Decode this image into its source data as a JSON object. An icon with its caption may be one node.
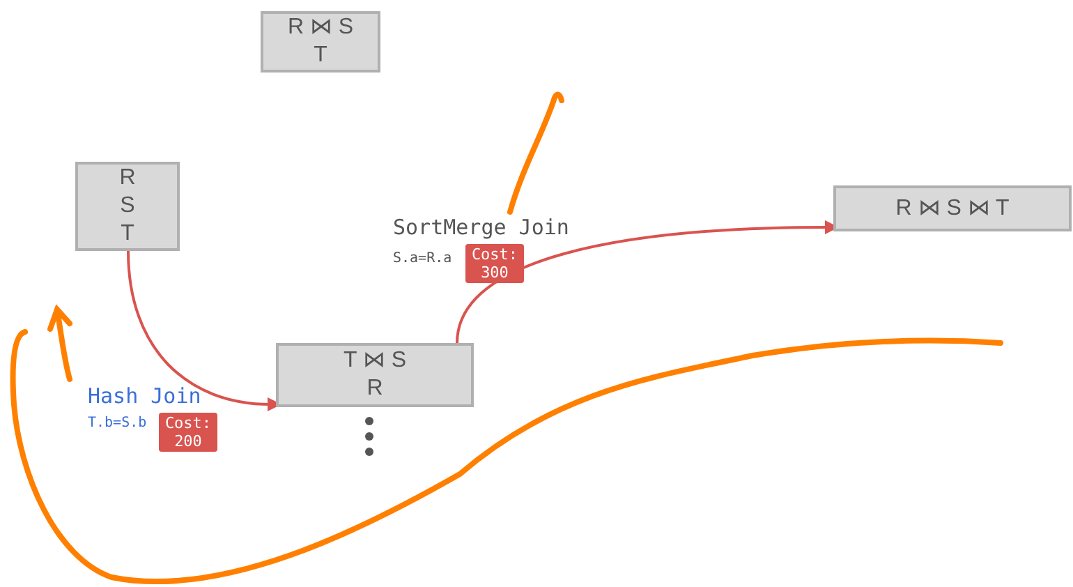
{
  "diagram": {
    "nodes": [
      {
        "text": [
          "R ⋈ S",
          "T"
        ]
      },
      {
        "text": [
          "R",
          "S",
          "T"
        ]
      },
      {
        "text": [
          "T ⋈ S",
          "R"
        ]
      },
      {
        "text": [
          "R ⋈ S ⋈ T"
        ]
      }
    ],
    "edges": [
      {
        "from": 1,
        "to": 2,
        "arrow": "to"
      },
      {
        "from": 2,
        "to": 3,
        "arrow": "to"
      }
    ],
    "labels": [
      "SortMerge Join",
      "S.a=R.a",
      "Cost: 300",
      "Hash Join",
      "T.b=S.b",
      "Cost: 200"
    ]
  }
}
